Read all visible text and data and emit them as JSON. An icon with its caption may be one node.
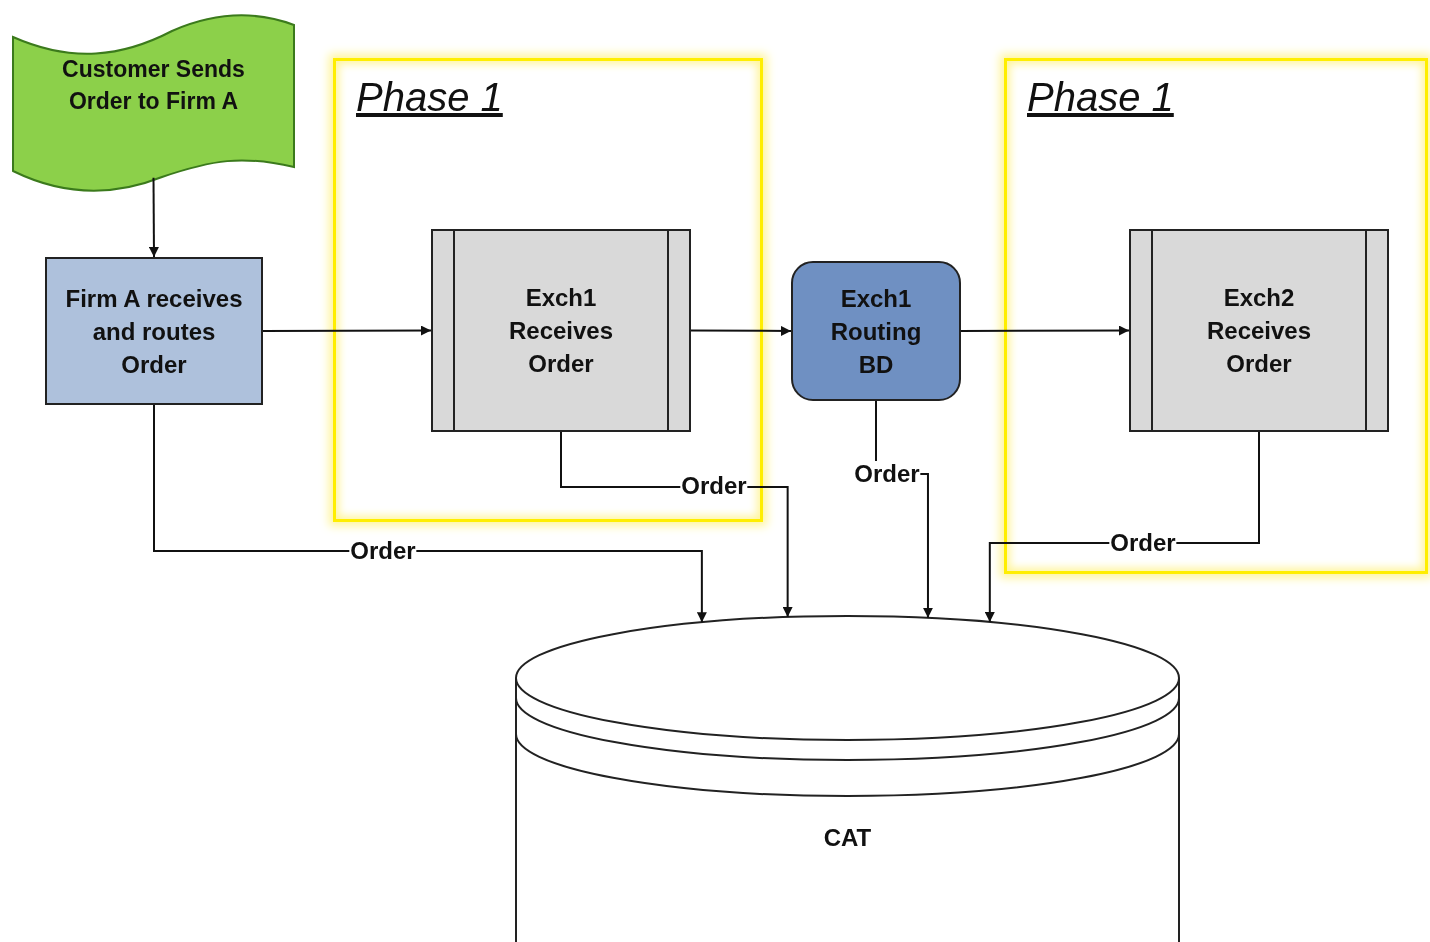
{
  "diagram": {
    "nodes": [
      {
        "text": [
          "Customer Sends Order to Firm A"
        ]
      },
      {
        "text": [
          "Firm A receives and routes Order"
        ]
      },
      {
        "text": [
          "Phase 1"
        ]
      },
      {
        "text": [
          "Exch1 Receives Order"
        ],
        "in": 2
      },
      {
        "text": [
          "Exch1 Routing BD"
        ]
      },
      {
        "text": [
          "Phase 1"
        ]
      },
      {
        "text": [
          "Exch2 Receives Order"
        ],
        "in": 5
      },
      {
        "text": [
          "CAT"
        ]
      }
    ],
    "edges": [
      {
        "from": 0,
        "to": 1,
        "arrow": "to"
      },
      {
        "from": 1,
        "to": 3,
        "arrow": "to"
      },
      {
        "from": 3,
        "to": 4,
        "arrow": "to"
      },
      {
        "from": 4,
        "to": 6,
        "arrow": "to"
      },
      {
        "from": 1,
        "to": 7,
        "arrow": "to",
        "label": "Order"
      },
      {
        "from": 3,
        "to": 7,
        "arrow": "to",
        "label": "Order"
      },
      {
        "from": 4,
        "to": 7,
        "arrow": "to",
        "label": "Order"
      },
      {
        "from": 6,
        "to": 7,
        "arrow": "to",
        "label": "Order"
      }
    ]
  }
}
